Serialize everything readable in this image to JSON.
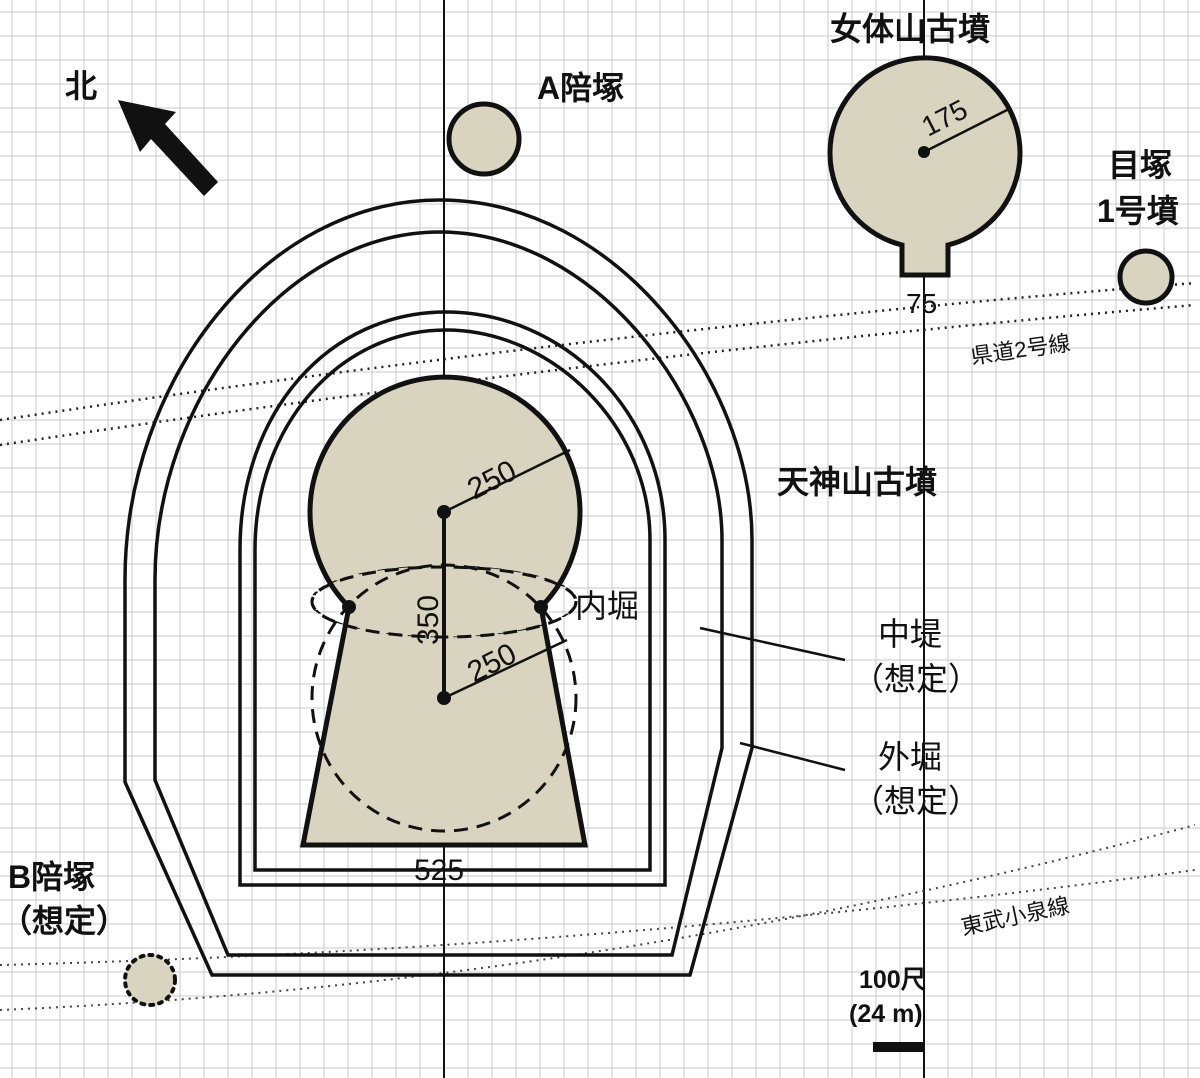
{
  "labels": {
    "north": "北",
    "a_baizuka": "A陪塚",
    "nyotaisan": "女体山古墳",
    "mezuka_line1": "目塚",
    "mezuka_line2": "1号墳",
    "kendo": "県道2号線",
    "tenjinyama": "天神山古墳",
    "uchibori": "内堀",
    "nakatsutsumi_line1": "中堤",
    "nakatsutsumi_line2": "（想定）",
    "sotobori_line1": "外堀",
    "sotobori_line2": "（想定）",
    "b_baizuka_line1": "B陪塚",
    "b_baizuka_line2": "（想定）",
    "tobu": "東武小泉線",
    "scale_line1": "100尺",
    "scale_line2": "(24 m)"
  },
  "dimensions": {
    "nyotai_radius": "175",
    "nyotai_neck": "75",
    "tenjin_radius_top": "250",
    "tenjin_height": "350",
    "tenjin_radius_bottom": "250",
    "tenjin_base": "525"
  },
  "colors": {
    "mound_fill": "#d9d4c0",
    "grid": "#c8c8c8",
    "ink": "#111111"
  }
}
